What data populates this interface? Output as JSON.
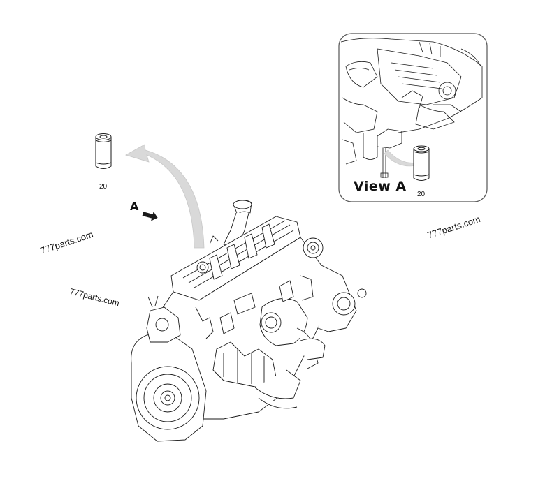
{
  "callouts": {
    "filter_main": "20",
    "filter_inset": "20"
  },
  "view_label": "View A",
  "view_marker": "A",
  "watermarks": [
    "777parts.com",
    "777parts.com",
    "777parts.com"
  ],
  "colors": {
    "line": "#1a1a1a",
    "arrow_fill": "#d9d9d9",
    "inset_border": "#555555"
  }
}
